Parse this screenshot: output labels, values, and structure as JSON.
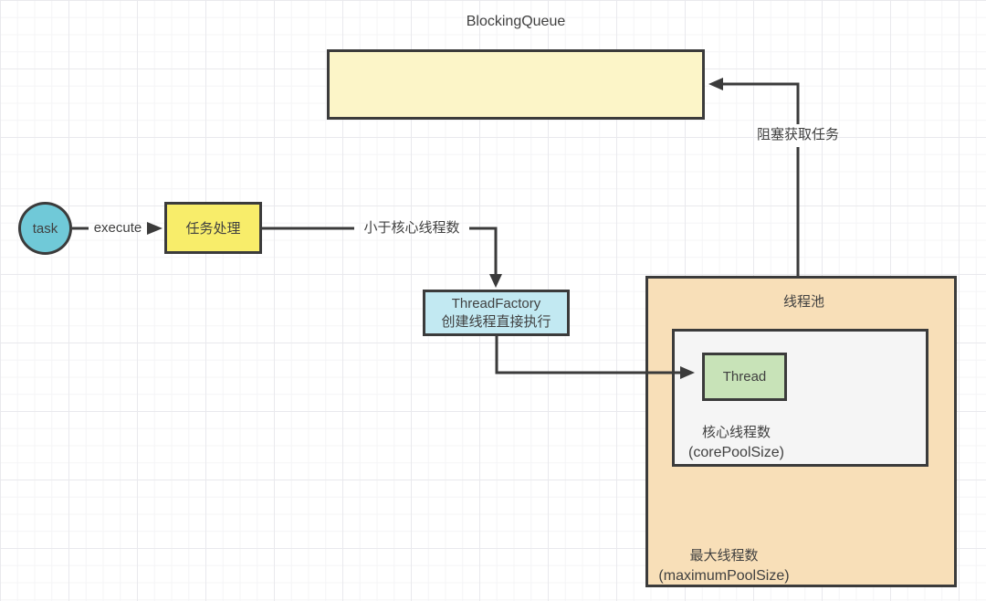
{
  "labels": {
    "blocking_queue": "BlockingQueue",
    "task": "task",
    "execute": "execute",
    "task_process": "任务处理",
    "less_than_core": "小于核心线程数",
    "thread_factory_line1": "ThreadFactory",
    "thread_factory_line2": "创建线程直接执行",
    "blocking_fetch": "阻塞获取任务",
    "thread_pool": "线程池",
    "thread": "Thread",
    "core_pool_cn": "核心线程数",
    "core_pool_en": "(corePoolSize)",
    "max_pool_cn": "最大线程数",
    "max_pool_en": "(maximumPoolSize)"
  },
  "colors": {
    "queue_fill": "#FCF5C8",
    "task_fill": "#70C9D8",
    "process_fill": "#F8ED6A",
    "factory_fill": "#C2E9F2",
    "pool_fill": "#F8DFB8",
    "core_fill": "#F5F5F5",
    "thread_fill": "#C8E3B8",
    "stroke": "#3B3B3B",
    "text": "#404040"
  }
}
